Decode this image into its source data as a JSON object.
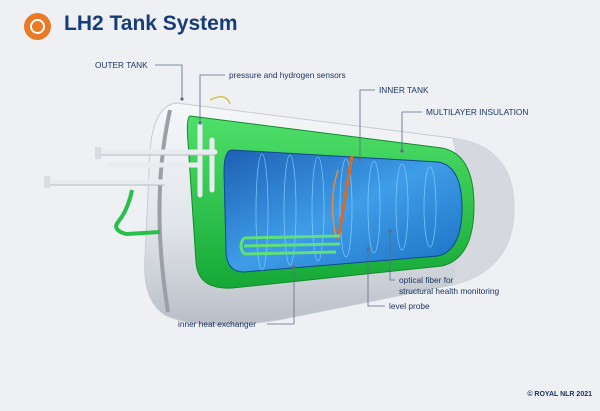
{
  "header": {
    "title": "LH2 Tank System"
  },
  "labels": {
    "outer_tank": "OUTER TANK",
    "sensors": "pressure and hydrogen sensors",
    "inner_tank": "INNER TANK",
    "insulation": "MULTILAYER INSULATION",
    "optical_fiber_line1": "optical fiber for",
    "optical_fiber_line2": "structural health monitoring",
    "level_probe": "level probe",
    "heat_exchanger": "inner heat exchanger"
  },
  "footer": {
    "copyright": "© ROYAL NLR 2021"
  },
  "colors": {
    "title": "#173d78",
    "logo": "#ea7a25",
    "insulation_green": "#27c24c",
    "inner_tank_blue": "#1f86d6",
    "level_probe": "#d76a26"
  },
  "icons": {
    "logo": "nlr-logo-icon"
  }
}
